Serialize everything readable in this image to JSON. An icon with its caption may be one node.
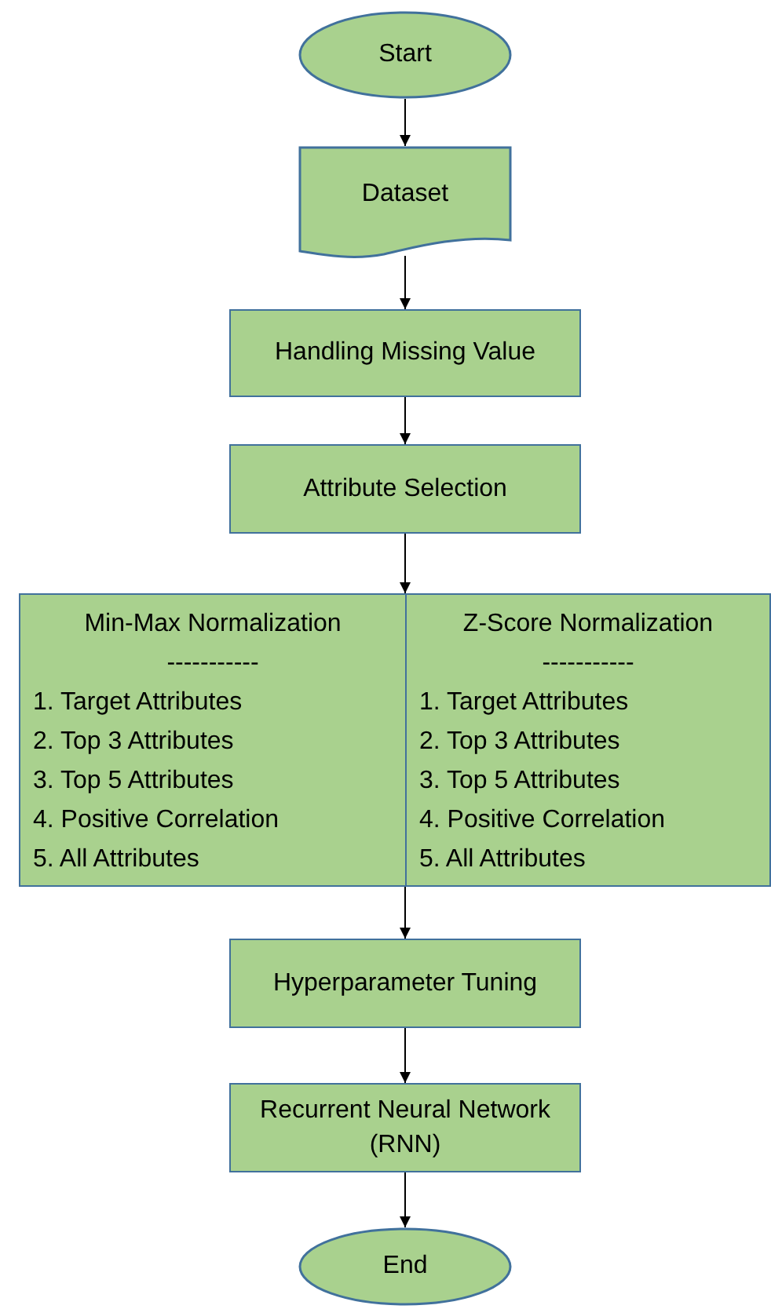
{
  "diagram": {
    "nodes": [
      {
        "text": [
          "Start"
        ]
      },
      {
        "text": [
          "Dataset"
        ]
      },
      {
        "text": [
          "Handling Missing Value"
        ]
      },
      {
        "text": [
          "Attribute Selection"
        ]
      },
      {
        "text": [],
        "shape": "box"
      },
      {
        "text": [
          "Min-Max Normalization",
          "-----------",
          "1. Target Attributes",
          "2. Top 3 Attributes",
          "3. Top 5 Attributes",
          "4. Positive Correlation",
          "5. All Attributes"
        ],
        "in": 4
      },
      {
        "text": [
          "Z-Score Normalization",
          "-----------",
          "1. Target Attributes",
          "2. Top 3 Attributes",
          "3. Top 5 Attributes",
          "4. Positive Correlation",
          "5. All Attributes"
        ],
        "in": 4
      },
      {
        "text": [
          "Hyperparameter Tuning"
        ]
      },
      {
        "text": [
          "Recurrent Neural Network (RNN)"
        ]
      },
      {
        "text": [
          "End"
        ]
      }
    ],
    "edges": [
      {
        "from": 0,
        "to": 1,
        "arrow": "to"
      },
      {
        "from": 1,
        "to": 2,
        "arrow": "to"
      },
      {
        "from": 2,
        "to": 3,
        "arrow": "to"
      },
      {
        "from": 3,
        "to": 4,
        "arrow": "to"
      },
      {
        "from": 4,
        "to": 7,
        "arrow": "to"
      },
      {
        "from": 7,
        "to": 8,
        "arrow": "to"
      },
      {
        "from": 8,
        "to": 9,
        "arrow": "to"
      }
    ]
  }
}
